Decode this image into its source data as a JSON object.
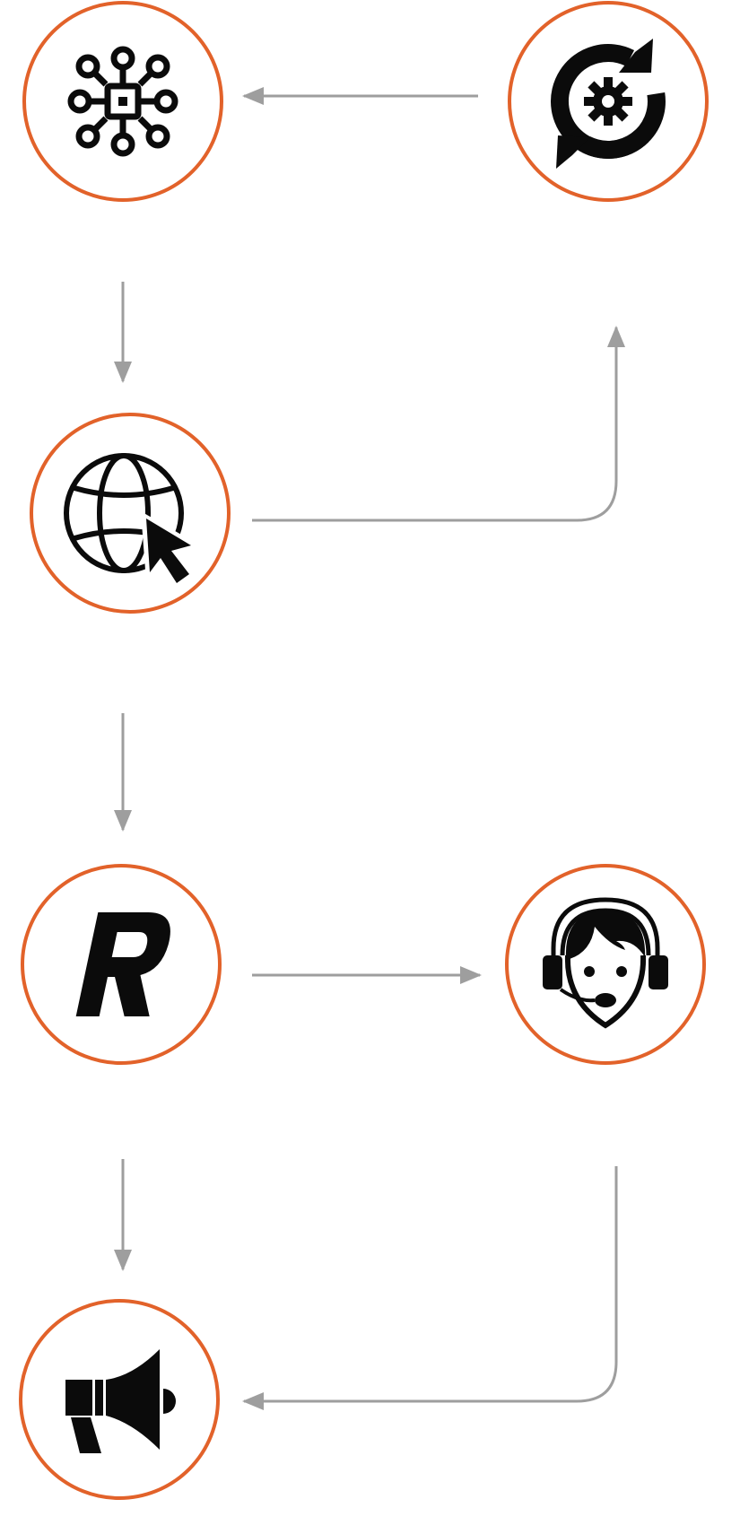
{
  "diagram": {
    "colors": {
      "ring": "#e2622a",
      "arrow": "#9e9e9e",
      "icon": "#0b0b0b",
      "background": "#ffffff"
    },
    "nodes": [
      {
        "id": "network",
        "icon": "network-hub-icon"
      },
      {
        "id": "sync-settings",
        "icon": "gear-sync-icon"
      },
      {
        "id": "web",
        "icon": "globe-cursor-icon"
      },
      {
        "id": "brand",
        "icon": "letter-r-logo-icon"
      },
      {
        "id": "support",
        "icon": "headset-agent-icon"
      },
      {
        "id": "announce",
        "icon": "megaphone-icon"
      }
    ],
    "edges": [
      {
        "from": "sync-settings",
        "to": "network"
      },
      {
        "from": "network",
        "to": "web"
      },
      {
        "from": "web",
        "to": "sync-settings"
      },
      {
        "from": "web",
        "to": "brand"
      },
      {
        "from": "brand",
        "to": "support"
      },
      {
        "from": "brand",
        "to": "announce"
      },
      {
        "from": "support",
        "to": "announce"
      }
    ]
  }
}
